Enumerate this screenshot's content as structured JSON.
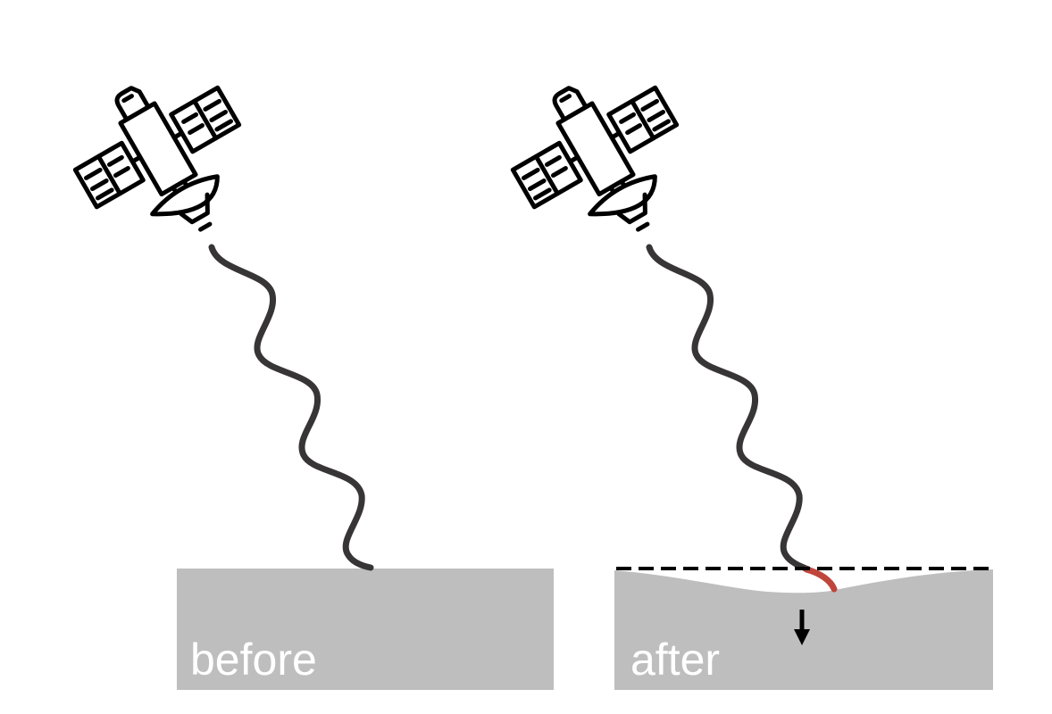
{
  "panels": [
    {
      "id": "before",
      "label": "before",
      "ground_color": "#bebebe",
      "wave_color": "#373535",
      "subsidence": false
    },
    {
      "id": "after",
      "label": "after",
      "ground_color": "#bebebe",
      "wave_color": "#373535",
      "extra_path_color": "#c0453a",
      "reference_line": "dashed",
      "subsidence": true,
      "arrow": "down-arrow"
    }
  ],
  "icons": {
    "satellite": "satellite-icon",
    "signal": "radar-wave",
    "arrow": "down-arrow-icon"
  },
  "colors": {
    "background": "#ffffff",
    "ground": "#bebebe",
    "wave": "#373535",
    "extra_path": "#c0453a",
    "outline": "#000000",
    "label": "#ffffff"
  }
}
